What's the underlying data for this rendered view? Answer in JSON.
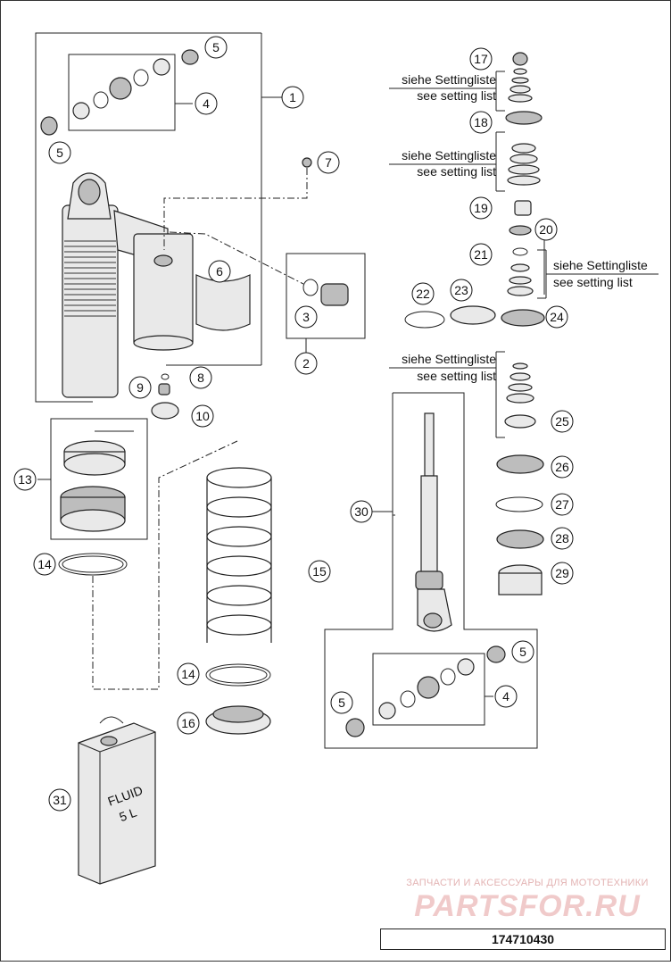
{
  "callouts": [
    {
      "id": "c17",
      "label": "17"
    },
    {
      "id": "c18",
      "label": "18"
    },
    {
      "id": "c19",
      "label": "19"
    },
    {
      "id": "c20",
      "label": "20"
    },
    {
      "id": "c21",
      "label": "21"
    },
    {
      "id": "c22",
      "label": "22"
    },
    {
      "id": "c23",
      "label": "23"
    },
    {
      "id": "c24",
      "label": "24"
    },
    {
      "id": "c25",
      "label": "25"
    },
    {
      "id": "c26",
      "label": "26"
    },
    {
      "id": "c27",
      "label": "27"
    },
    {
      "id": "c28",
      "label": "28"
    },
    {
      "id": "c29",
      "label": "29"
    },
    {
      "id": "c30",
      "label": "30"
    },
    {
      "id": "c31",
      "label": "31"
    }
  ],
  "callouts_left": {
    "c1": "1",
    "c2": "2",
    "c3": "3",
    "c4a": "4",
    "c5a": "5",
    "c5b": "5",
    "c6": "6",
    "c7": "7",
    "c8": "8",
    "c9": "9",
    "c10": "10",
    "c13": "13",
    "c14a": "14",
    "c14b": "14",
    "c15": "15",
    "c16": "16",
    "c4b": "4",
    "c5c": "5",
    "c5d": "5"
  },
  "setting_notes": [
    {
      "de": "siehe Settingliste",
      "en": "see setting list"
    },
    {
      "de": "siehe Settingliste",
      "en": "see setting list"
    },
    {
      "de": "siehe Settingliste",
      "en": "see setting list"
    },
    {
      "de": "siehe Settingliste",
      "en": "see setting list"
    }
  ],
  "fluid_can": {
    "line1": "FLUID",
    "line2": "5 L"
  },
  "watermark": {
    "caption": "ЗАПЧАСТИ И АКСЕССУАРЫ ДЛЯ МОТОТЕХНИКИ",
    "logo": "PARTSFOR.RU"
  },
  "document_number": "174710430"
}
